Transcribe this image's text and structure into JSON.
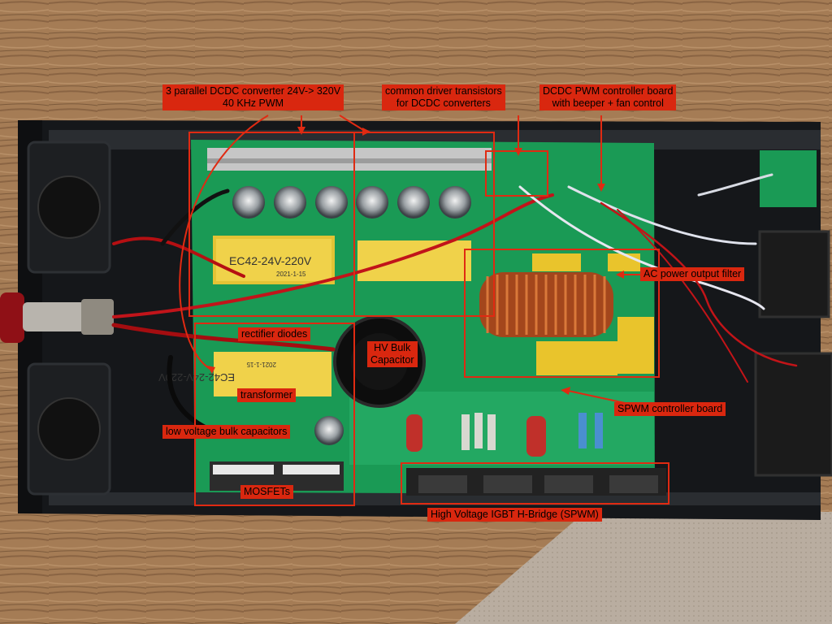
{
  "annotations": {
    "dcdc_converter": {
      "line1": "3 parallel DCDC converter 24V-> 320V",
      "line2": "40 KHz PWM"
    },
    "driver_transistors": {
      "line1": "common driver transistors",
      "line2": "for DCDC converters"
    },
    "pwm_controller": {
      "line1": "DCDC PWM controller board",
      "line2": "with beeper + fan control"
    },
    "ac_filter": "AC power output filter",
    "rectifier_diodes": "rectifier diodes",
    "hv_bulk_cap": {
      "line1": "HV Bulk",
      "line2": "Capacitor"
    },
    "transformer": "transformer",
    "lv_bulk_caps": "low voltage bulk capacitors",
    "spwm_board": "SPWM controller board",
    "mosfets": "MOSFETs",
    "igbt_bridge": "High Voltage IGBT H-Bridge (SPWM)"
  },
  "component_markings": {
    "transformer_1": "EC42-24V-220V",
    "transformer_1_date": "2021-1-15",
    "transformer_2": "EC42-24V-220V",
    "transformer_2_date": "2021-1-15"
  },
  "colors": {
    "annotation": "#d9270f",
    "pcb": "#1a9a55",
    "wood": "#a57c55",
    "enclosure": "#15171a"
  }
}
